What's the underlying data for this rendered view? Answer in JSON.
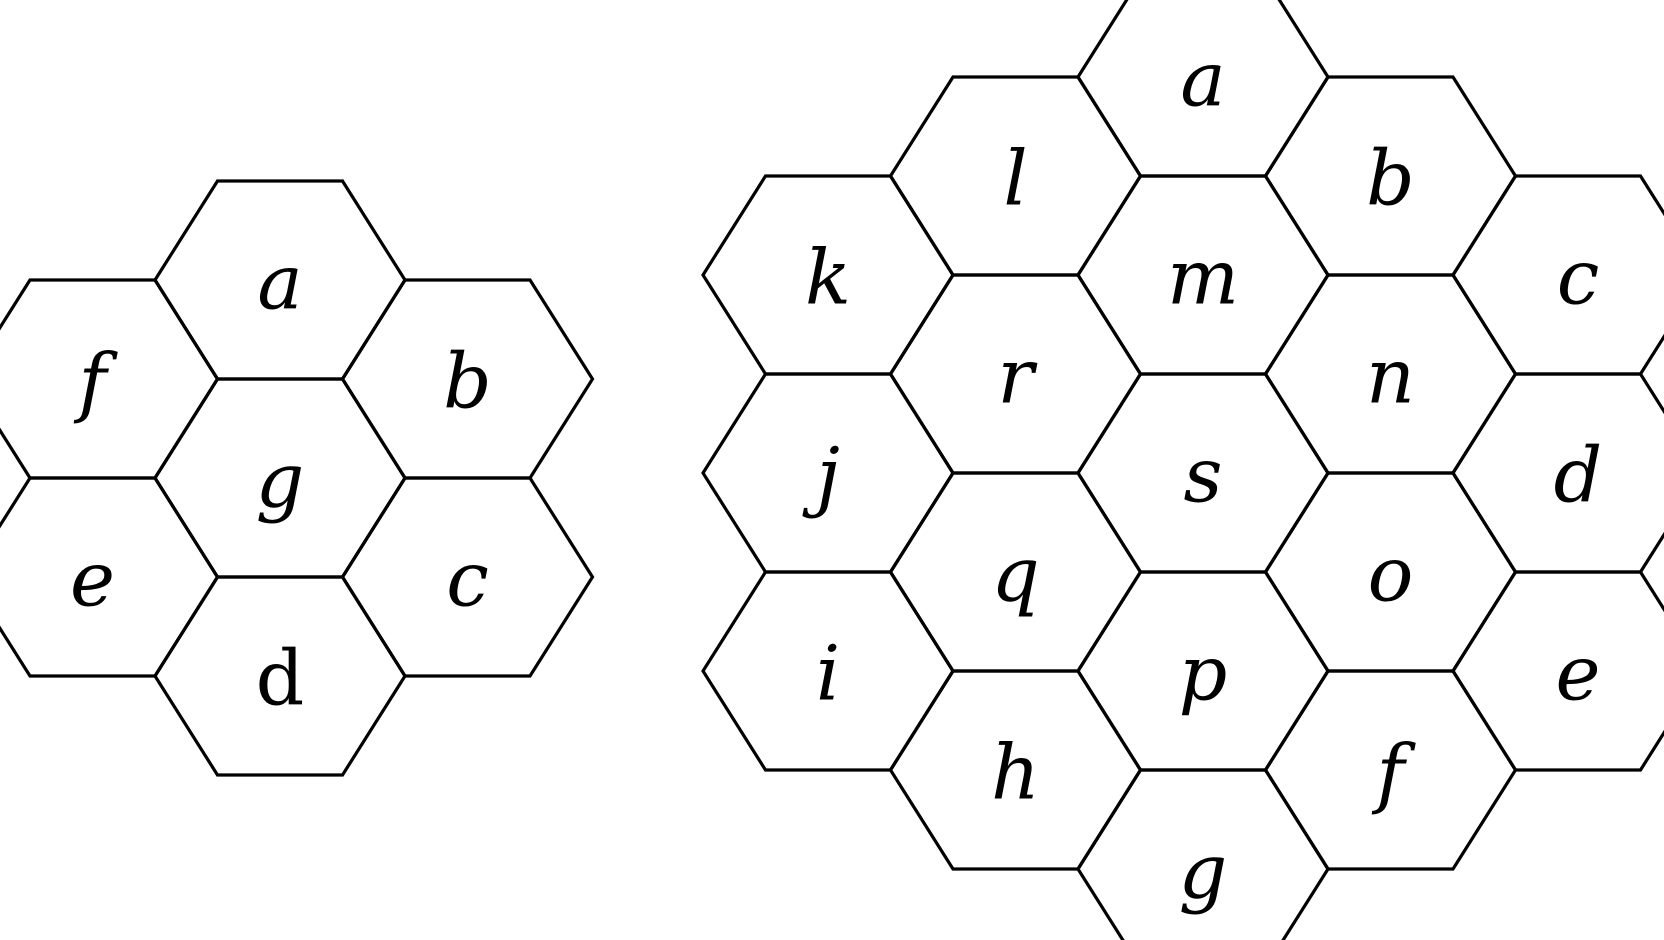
{
  "colors": {
    "stroke": "#000000",
    "text": "#000000",
    "background": "#ffffff"
  },
  "diagrams": [
    {
      "id": "small-hex-cluster",
      "rings": 1,
      "cells": [
        {
          "label": "a",
          "pos": "ring1-top"
        },
        {
          "label": "b",
          "pos": "ring1-upper-right"
        },
        {
          "label": "c",
          "pos": "ring1-lower-right"
        },
        {
          "label": "d",
          "pos": "ring1-bottom",
          "upright": true
        },
        {
          "label": "e",
          "pos": "ring1-lower-left"
        },
        {
          "label": "f",
          "pos": "ring1-upper-left"
        },
        {
          "label": "g",
          "pos": "center"
        }
      ]
    },
    {
      "id": "large-hex-cluster",
      "rings": 2,
      "cells": [
        {
          "label": "a",
          "pos": "ring2-1"
        },
        {
          "label": "b",
          "pos": "ring2-2"
        },
        {
          "label": "c",
          "pos": "ring2-3"
        },
        {
          "label": "d",
          "pos": "ring2-4"
        },
        {
          "label": "e",
          "pos": "ring2-5"
        },
        {
          "label": "f",
          "pos": "ring2-6"
        },
        {
          "label": "g",
          "pos": "ring2-7"
        },
        {
          "label": "h",
          "pos": "ring2-8"
        },
        {
          "label": "i",
          "pos": "ring2-9"
        },
        {
          "label": "j",
          "pos": "ring2-10"
        },
        {
          "label": "k",
          "pos": "ring2-11"
        },
        {
          "label": "l",
          "pos": "ring2-12"
        },
        {
          "label": "m",
          "pos": "ring1-top"
        },
        {
          "label": "n",
          "pos": "ring1-upper-right"
        },
        {
          "label": "o",
          "pos": "ring1-lower-right"
        },
        {
          "label": "p",
          "pos": "ring1-bottom"
        },
        {
          "label": "q",
          "pos": "ring1-lower-left"
        },
        {
          "label": "r",
          "pos": "ring1-upper-left"
        },
        {
          "label": "s",
          "pos": "center"
        }
      ]
    }
  ]
}
